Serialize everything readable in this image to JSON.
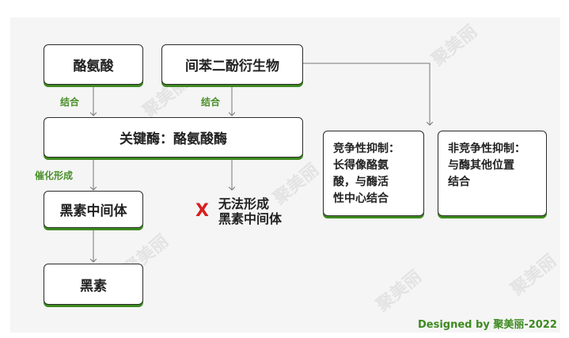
{
  "nodes": {
    "tyrosine": "酪氨酸",
    "derivative": "间苯二酚衍生物",
    "key_enzyme": "关键酶：酪氨酸酶",
    "melanin_intermediate": "黑素中间体",
    "melanin": "黑素",
    "competitive": "竞争性抑制：\n长得像酪氨\n酸，与酶活\n性中心结合",
    "noncompetitive": "非竞争性抑制：\n与酶其他位置\n结合"
  },
  "labels": {
    "bind_left": "结合",
    "bind_right": "结合",
    "catalyze": "催化形成",
    "no_form": "无法形成\n黑素中间体",
    "cross": "X"
  },
  "watermark": "聚美丽",
  "credit": "Designed by 聚美丽-2022",
  "colors": {
    "accent_green": "#3d8a1f",
    "cross_red": "#d81e1e"
  }
}
